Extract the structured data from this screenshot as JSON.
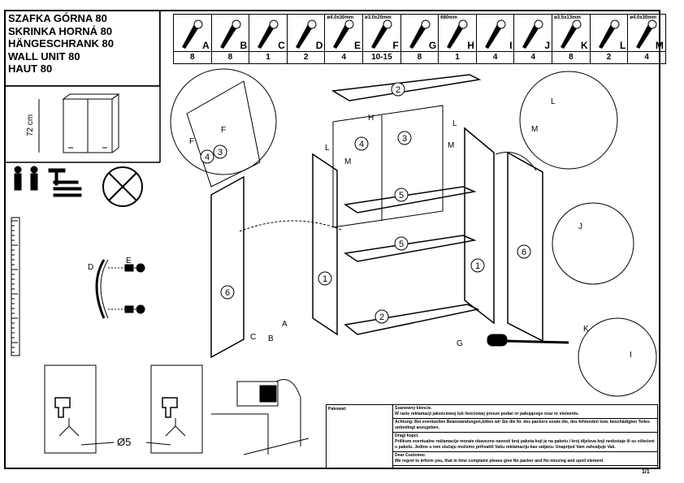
{
  "title": {
    "lines": [
      "SZAFKA GÓRNA 80",
      "SKRINKA HORNÁ 80",
      "HÄNGESCHRANK 80",
      "WALL UNIT  80",
      "HAUT 80"
    ]
  },
  "product_view": {
    "height_label": "72 cm"
  },
  "parts": [
    {
      "letter": "A",
      "qty": "8",
      "spec": "",
      "icon": "dowel-screw-icon"
    },
    {
      "letter": "B",
      "qty": "8",
      "spec": "",
      "icon": "wooden-dowel-icon"
    },
    {
      "letter": "C",
      "qty": "1",
      "spec": "",
      "icon": "allen-key-icon"
    },
    {
      "letter": "D",
      "qty": "2",
      "spec": "",
      "icon": "handle-icon"
    },
    {
      "letter": "E",
      "qty": "4",
      "spec": "ø4.0x30mm",
      "icon": "screw-icon"
    },
    {
      "letter": "F",
      "qty": "10-15",
      "spec": "ø3.0x20mm",
      "icon": "screw-icon"
    },
    {
      "letter": "G",
      "qty": "8",
      "spec": "",
      "icon": "shelf-pin-icon"
    },
    {
      "letter": "H",
      "qty": "1",
      "spec": "680mm",
      "icon": "back-panel-icon"
    },
    {
      "letter": "I",
      "qty": "4",
      "spec": "",
      "icon": "hinge-icon"
    },
    {
      "letter": "J",
      "qty": "4",
      "spec": "",
      "icon": "hinge-plate-icon"
    },
    {
      "letter": "K",
      "qty": "8",
      "spec": "ø3.5x13mm",
      "icon": "screw-icon"
    },
    {
      "letter": "L",
      "qty": "2",
      "spec": "",
      "icon": "hanger-bracket-icon"
    },
    {
      "letter": "M",
      "qty": "4",
      "spec": "ø4.0x30mm",
      "icon": "screw-icon"
    }
  ],
  "diagram": {
    "labels": {
      "n1": "1",
      "n2": "2",
      "n3": "3",
      "n4": "4",
      "n5": "5",
      "n6": "6",
      "A": "A",
      "B": "B",
      "C": "C",
      "D": "D",
      "E": "E",
      "F": "F",
      "G": "G",
      "H": "H",
      "I": "I",
      "J": "J",
      "K": "K",
      "L": "L",
      "M": "M"
    },
    "drill_diameter": "Ø5"
  },
  "notes": {
    "packer_label": "Pakowat:",
    "rows": [
      [
        "Szanowny klencie.",
        "W razie reklamacji jakościowej lub ilościowej prosze podać nr pakującego oraz nr elementu."
      ],
      [
        "Achtung: Bei eventuellen Beanstandungen,bitten wir Sie die Nr. des packers sowie die, des fehlenden bzw. beschädigten Teiles unbedingt anzugeben."
      ],
      [
        "Dragi kupci.",
        "Prilikom eventualne reklamacije morate obavezno navesti broj paketa koji je na paketu i broj dijelova koji nedostaje ili su oštećeni u paketu. Jedino u tom slučaju možemo prihvatiti Vašu reklamaciju kao valjanu. Unaprijed Vam zahvaljuje Vaš."
      ],
      [
        "Dear Customer.",
        "We regret to inform you, that in time complaint please give No packer and No missing and spoil element."
      ]
    ]
  },
  "page": "1/1"
}
